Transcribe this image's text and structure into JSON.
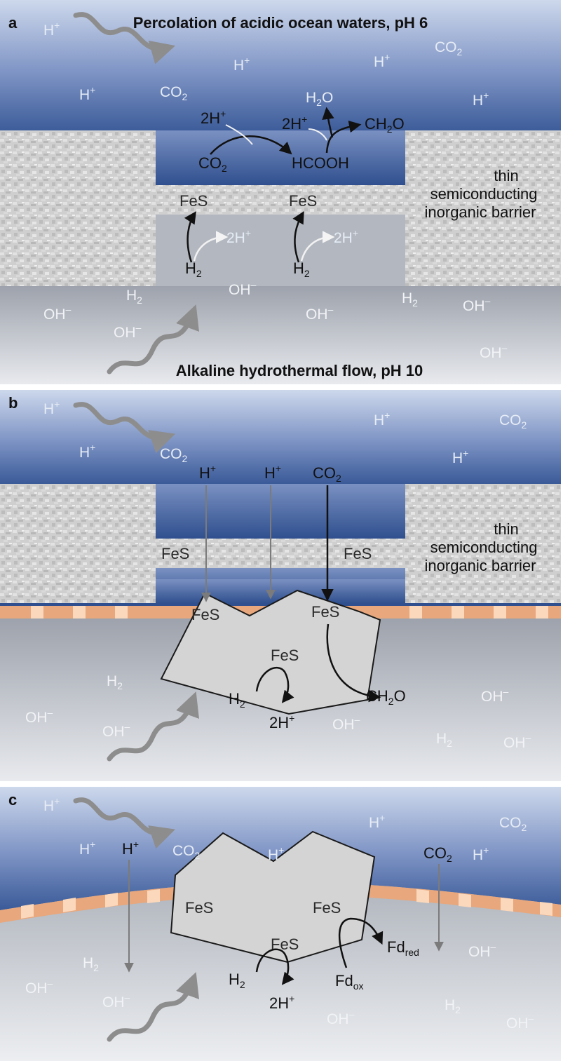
{
  "panels": [
    {
      "letter": "a",
      "top_heading": "Percolation of acidic ocean waters, pH 6",
      "bottom_heading": "Alkaline hydrothermal flow, pH 10",
      "barrier_label": [
        "thin",
        "semiconducting",
        "inorganic barrier"
      ],
      "reactions": {
        "fes_left": "FeS",
        "fes_right": "FeS",
        "co2": "CO",
        "co2_sub": "2",
        "hcooh": "HCOOH",
        "h2o": "H",
        "h2o_sub": "2",
        "h2o_tail": "O",
        "ch2o": "CH",
        "ch2o_sub": "2",
        "ch2o_tail": "O",
        "two_h_plus_1": "2H",
        "two_h_plus_2": "2H",
        "two_h_plus_3": "2H",
        "two_h_plus_4": "2H",
        "plus": "+",
        "h2": "H",
        "h2_sub": "2"
      }
    },
    {
      "letter": "b",
      "barrier_label": [
        "thin",
        "semiconducting",
        "inorganic barrier"
      ],
      "fes": "FeS",
      "h_plus": "H",
      "plus": "+",
      "co2": "CO",
      "co2_sub": "2",
      "ch2o": "CH",
      "ch2o_sub": "2",
      "ch2o_tail": "O",
      "h2": "H",
      "h2_sub": "2",
      "two_h_plus": "2H"
    },
    {
      "letter": "c",
      "fes": "FeS",
      "h_plus": "H",
      "plus": "+",
      "co2": "CO",
      "co2_sub": "2",
      "h2": "H",
      "h2_sub": "2",
      "two_h_plus": "2H",
      "fd": "Fd",
      "fd_red": "red",
      "fd_ox": "ox"
    }
  ],
  "ions": {
    "h_plus": "H",
    "plus": "+",
    "co2": "CO",
    "co2_sub": "2",
    "h2": "H",
    "h2_sub": "2",
    "oh": "OH",
    "minus": "–"
  },
  "colors": {
    "ocean_top": "#c9d5ea",
    "ocean_bottom": "#30508f",
    "vent_top": "#a3a8b2",
    "vent_bottom": "#e3e5ea",
    "membrane": "#eaa57a",
    "membrane_light": "#fbd9bc",
    "cluster_fill": "#d3d3d3"
  }
}
